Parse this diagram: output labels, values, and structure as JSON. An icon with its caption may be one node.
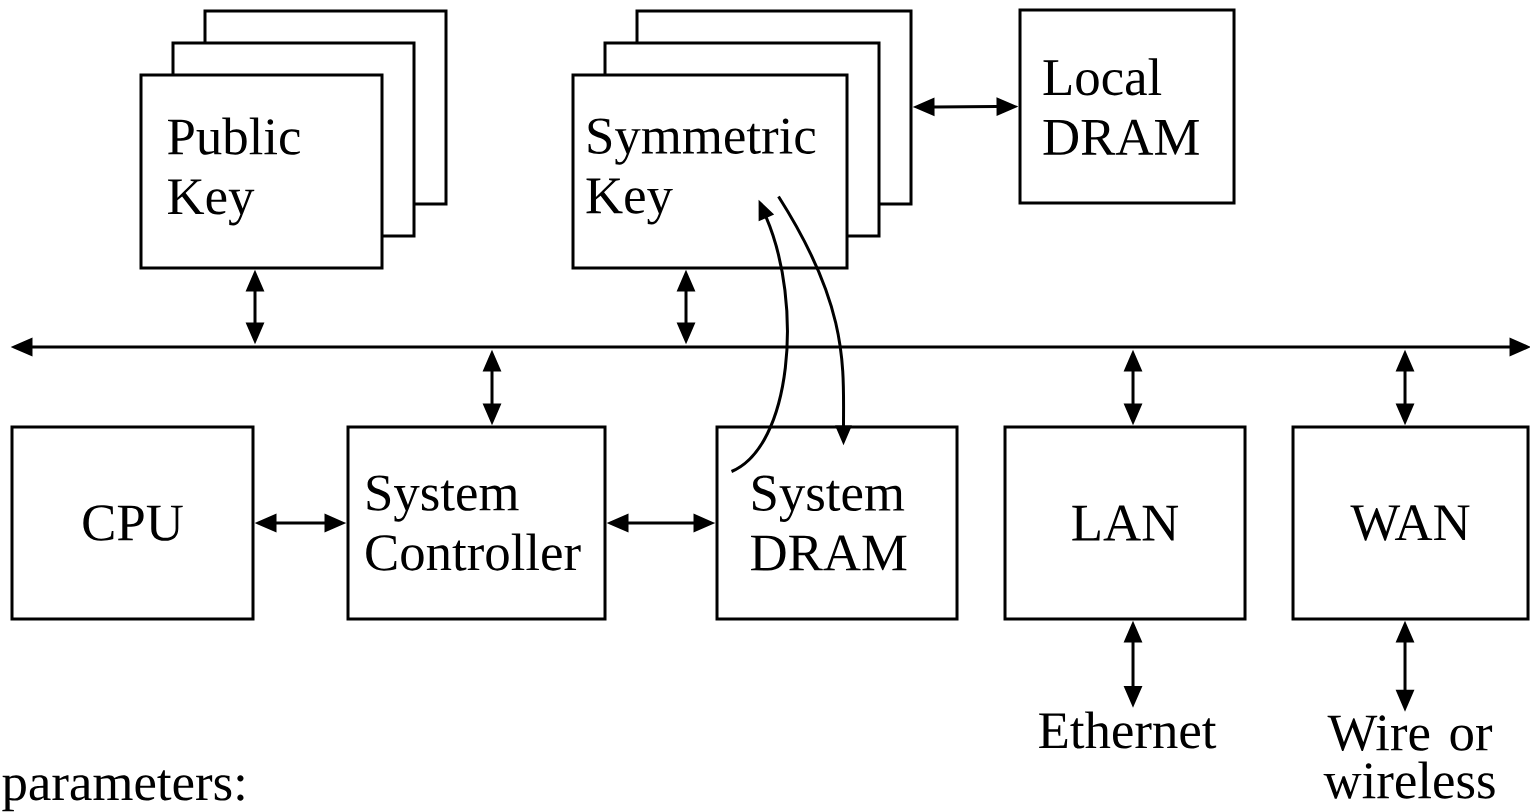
{
  "diagram": {
    "nodes": [
      {
        "text": [
          "Public Key"
        ]
      },
      {
        "text": [
          "Symmetric Key"
        ]
      },
      {
        "text": [
          "Local DRAM"
        ]
      },
      {
        "text": [],
        "shape": "bar"
      },
      {
        "text": [
          "CPU"
        ]
      },
      {
        "text": [
          "System Controller"
        ]
      },
      {
        "text": [
          "System DRAM"
        ]
      },
      {
        "text": [
          "LAN"
        ]
      },
      {
        "text": [
          "WAN"
        ]
      },
      {
        "text": [
          "Ethernet"
        ]
      },
      {
        "text": [
          "Wire or wireless"
        ]
      }
    ],
    "edges": [
      {
        "from": 1,
        "to": 2,
        "arrow": "both"
      },
      {
        "from": 0,
        "to": 3,
        "arrow": "both"
      },
      {
        "from": 1,
        "to": 3,
        "arrow": "both"
      },
      {
        "from": 5,
        "to": 3,
        "arrow": "both"
      },
      {
        "from": 7,
        "to": 3,
        "arrow": "both"
      },
      {
        "from": 8,
        "to": 3,
        "arrow": "both"
      },
      {
        "from": 4,
        "to": 5,
        "arrow": "both"
      },
      {
        "from": 5,
        "to": 6,
        "arrow": "both"
      },
      {
        "from": 7,
        "to": 9,
        "arrow": "both"
      },
      {
        "from": 8,
        "to": 10,
        "arrow": "both"
      },
      {
        "from": 6,
        "to": 1,
        "arrow": "to"
      },
      {
        "from": 1,
        "to": 6,
        "arrow": "to"
      }
    ],
    "labels": [
      "parameters:"
    ]
  }
}
